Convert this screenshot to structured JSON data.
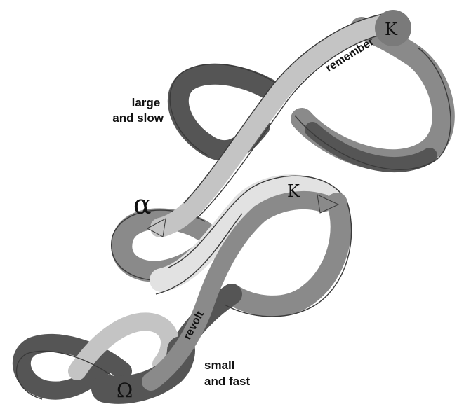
{
  "labels": {
    "large_loop": [
      "large",
      "and  slow"
    ],
    "small_loop": [
      "small",
      "and fast"
    ],
    "remember": "remember",
    "revolt": "revolt"
  },
  "symbols": {
    "k_top": "K",
    "k_middle": "K",
    "alpha": "α",
    "omega": "Ω"
  },
  "colors": {
    "ribbon_dark": "#555555",
    "ribbon_mid": "#8a8a8a",
    "ribbon_light": "#c4c4c4",
    "ribbon_pale": "#e2e2e2",
    "text": "#111111"
  }
}
